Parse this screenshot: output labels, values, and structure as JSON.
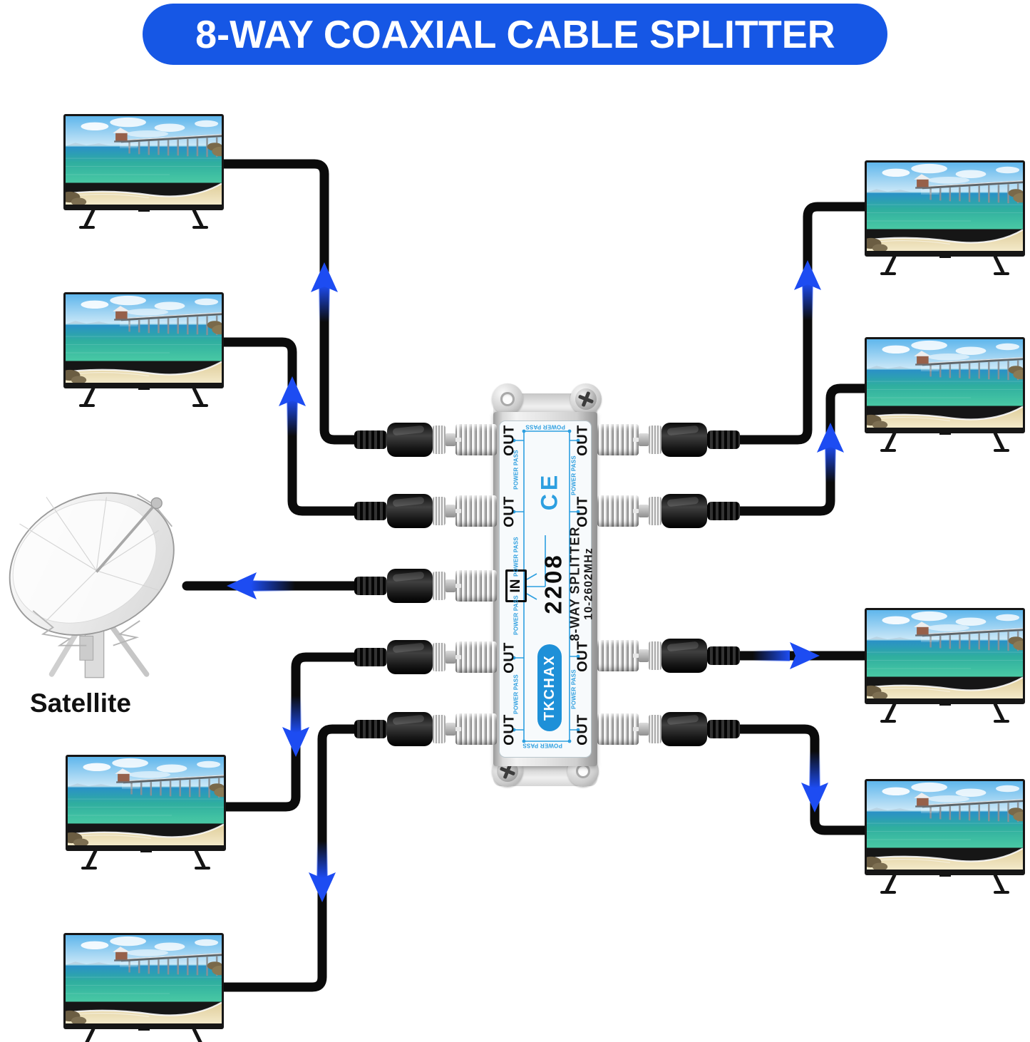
{
  "title": "8-WAY COAXIAL CABLE SPLITTER",
  "satellite": {
    "label": "Satellite"
  },
  "splitter": {
    "model": "2208",
    "device_name": "8-WAY SPLITTER",
    "frequency_range": "10-2602MHz",
    "brand": "TKCHAX",
    "certification_mark": "CE",
    "in_label": "IN",
    "out_label": "OUT",
    "out_port_count": 8,
    "power_pass_label": "POWER PASS"
  },
  "colors": {
    "banner_blue": "#1657e5",
    "arrow_blue": "#1d4cf2",
    "brand_pill_blue": "#1e90d8",
    "trace_blue": "#2d9fe0",
    "cable_black": "#0b0b0b"
  },
  "icons": {
    "satellite_dish": "satellite-dish-icon",
    "tv": "tv-icon",
    "screw": "screw-icon",
    "mounting_hole": "mounting-hole-icon",
    "coax_plug": "coax-plug-icon",
    "threaded_port": "threaded-port-icon",
    "flow_arrow": "arrow-icon"
  }
}
